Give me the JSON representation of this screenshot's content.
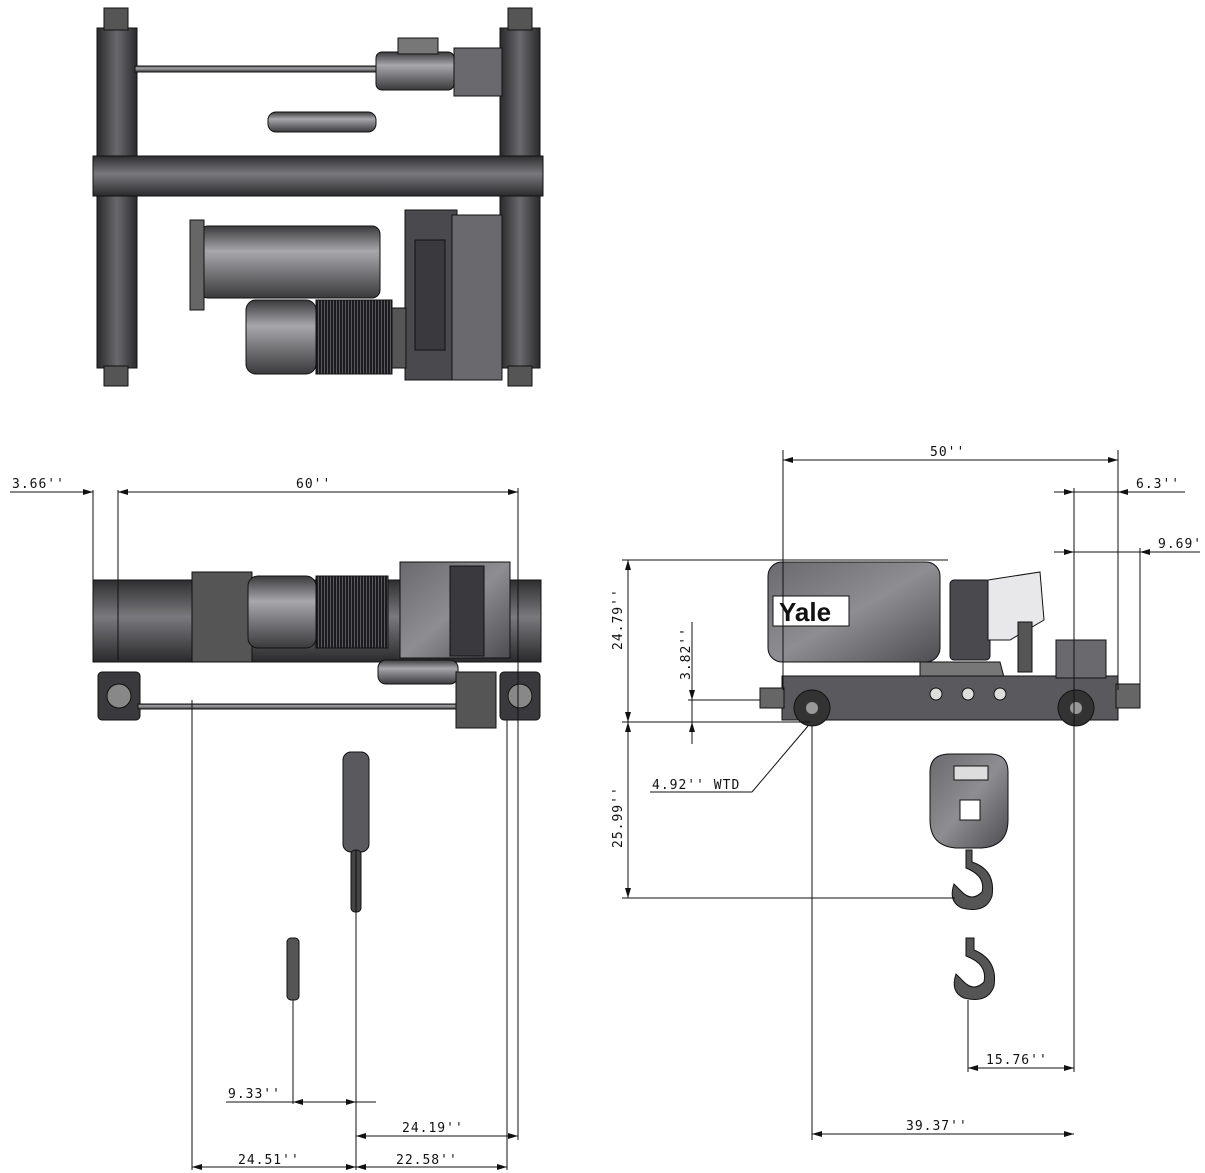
{
  "logo": {
    "brand": "Yale"
  },
  "dimensions": {
    "left_offset": "3.66''",
    "overall_width": "60''",
    "side_span": "50''",
    "right_offset_a": "6.3''",
    "right_offset_b": "9.69'",
    "height_upper": "24.79''",
    "small_height": "3.82''",
    "height_lower": "25.99''",
    "wheel_dia": "4.92''  WTD",
    "hook_offset": "9.33''",
    "center_right": "24.19''",
    "left_to_center": "24.51''",
    "center_to_edge": "22.58''",
    "hook_to_wheel": "15.76''",
    "wheel_span": "39.37''"
  },
  "colors": {
    "body": "#555558",
    "dark": "#2b2b2d",
    "light": "#9a9a9e",
    "line": "#111111"
  }
}
